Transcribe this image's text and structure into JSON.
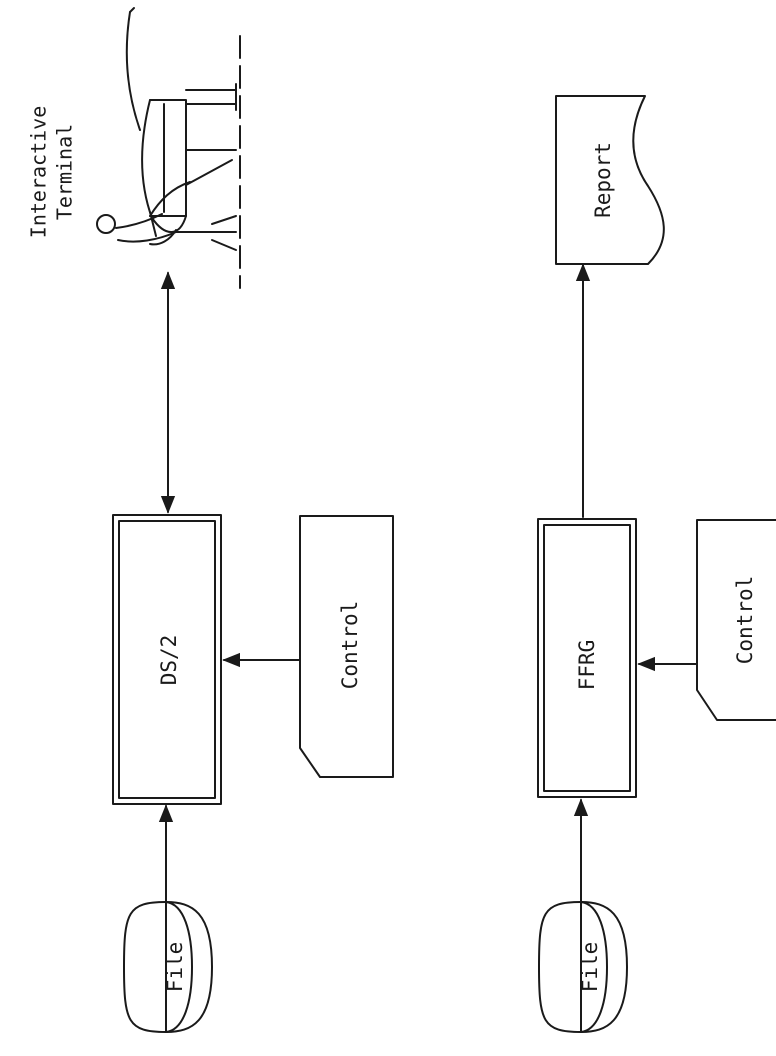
{
  "top_flow": {
    "file_label": "File",
    "process_label": "DS/2",
    "control_label": "Control",
    "terminal_label_line1": "Interactive",
    "terminal_label_line2": "Terminal"
  },
  "bottom_flow": {
    "file_label": "File",
    "process_label": "FFRG",
    "control_label": "Control",
    "output_label": "Report"
  },
  "icons": {
    "terminal": "interactive-terminal-user-at-desk-icon",
    "file": "disk-storage-cylinder-icon",
    "control": "punched-card-icon",
    "report": "document-icon"
  },
  "ink_color": "#1a1a1a"
}
